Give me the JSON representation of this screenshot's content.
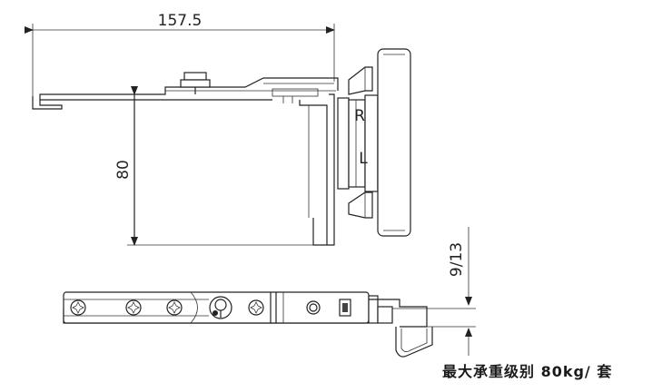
{
  "dimensions": {
    "width_label": "157.5",
    "height_label": "80",
    "adjust_label": "9/13"
  },
  "marks": {
    "right_mark": "R",
    "left_mark": "L"
  },
  "caption": "最大承重级别 80kg/ 套"
}
